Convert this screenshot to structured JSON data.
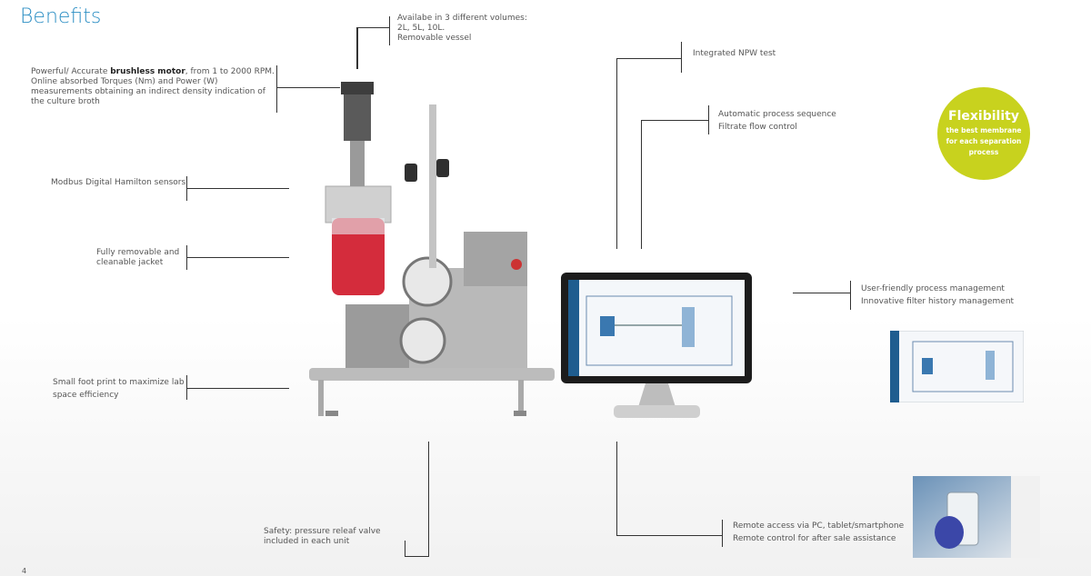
{
  "page": {
    "title": "Benefits",
    "page_number": "4"
  },
  "callouts": {
    "volumes": [
      "Availabe in 3 different volumes:",
      "2L, 5L, 10L.",
      "Removable vessel"
    ],
    "motor_prefix": "Powerful/ Accurate ",
    "motor_bold": "brushless motor",
    "motor_suffix": ", from 1 to 2000 RPM.",
    "motor_lines": [
      "Online absorbed Torques (Nm) and Power (W)",
      "measurements obtaining an indirect density indication of",
      "the culture broth"
    ],
    "sensors": "Modbus Digital Hamilton sensors",
    "jacket": [
      "Fully removable and",
      "cleanable jacket"
    ],
    "footprint": [
      "Small foot print to maximize lab",
      "space efficiency"
    ],
    "safety": [
      "Safety: pressure releaf valve",
      "included in each unit"
    ],
    "npw": "Integrated NPW test",
    "process": [
      "Automatic process sequence",
      "Filtrate flow control"
    ],
    "management": [
      "User-friendly process management",
      "Innovative filter history management"
    ],
    "remote": [
      "Remote access via PC, tablet/smartphone",
      "Remote control for after sale assistance"
    ]
  },
  "badge": {
    "headline": "Flexibility",
    "sub": [
      "the best membrane",
      "for each separation",
      "process"
    ],
    "color": "#c8d21e"
  },
  "colors": {
    "title": "#2d8fc4",
    "reactor_liquid": "#d42c3c",
    "lines": "#333333"
  }
}
